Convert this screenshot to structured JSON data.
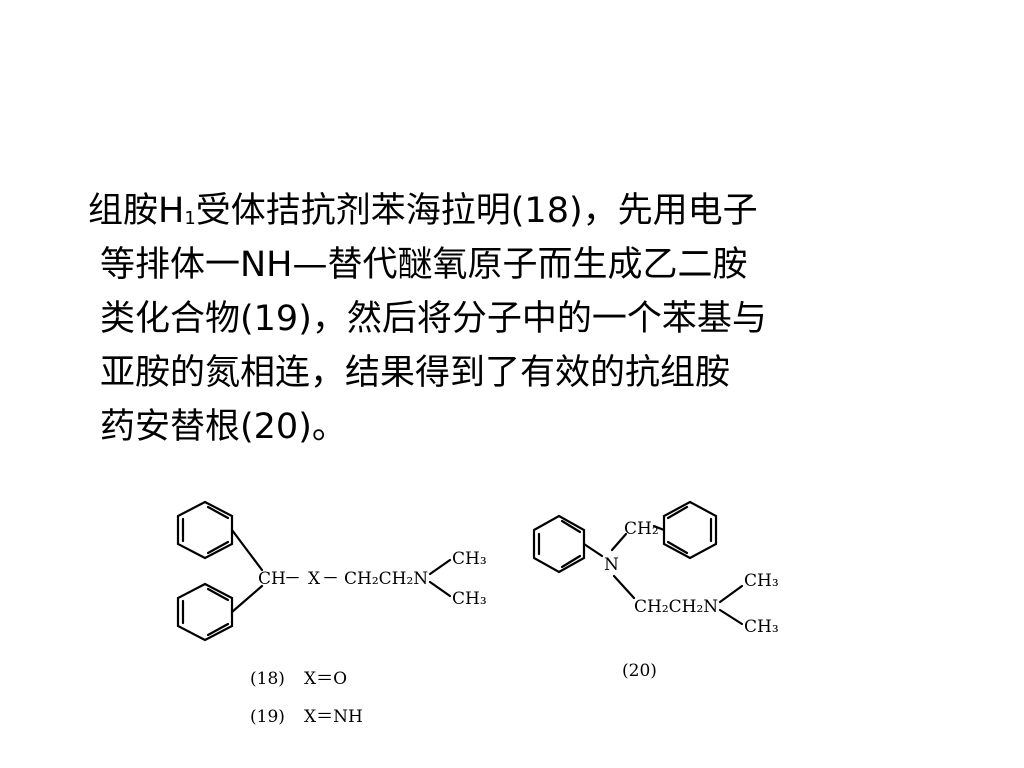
{
  "paragraph": {
    "line1_a": "组胺H",
    "line1_sub": "1",
    "line1_b": "受体拮抗剂苯海拉明(18)，先用电子",
    "line2": "等排体一NH—替代醚氧原子而生成乙二胺",
    "line3": "类化合物(19)，然后将分子中的一个苯基与",
    "line4": "亚胺的氮相连，结果得到了有效的抗组胺",
    "line5": "药安替根(20)。"
  },
  "figure": {
    "s18": {
      "ch": "CH",
      "dash1": "－",
      "x": "X",
      "dash2": "－",
      "chain": "CH₂CH₂N",
      "ch3_top": "CH₃",
      "ch3_bottom": "CH₃"
    },
    "s20": {
      "n": "N",
      "ch2": "CH₂",
      "chain": "CH₂CH₂N",
      "ch3_top": "CH₃",
      "ch3_bottom": "CH₃"
    },
    "label18_num": "(18)",
    "label18_eq": "X＝O",
    "label19_num": "(19)",
    "label19_eq": "X＝NH",
    "label20_num": "(20)"
  }
}
